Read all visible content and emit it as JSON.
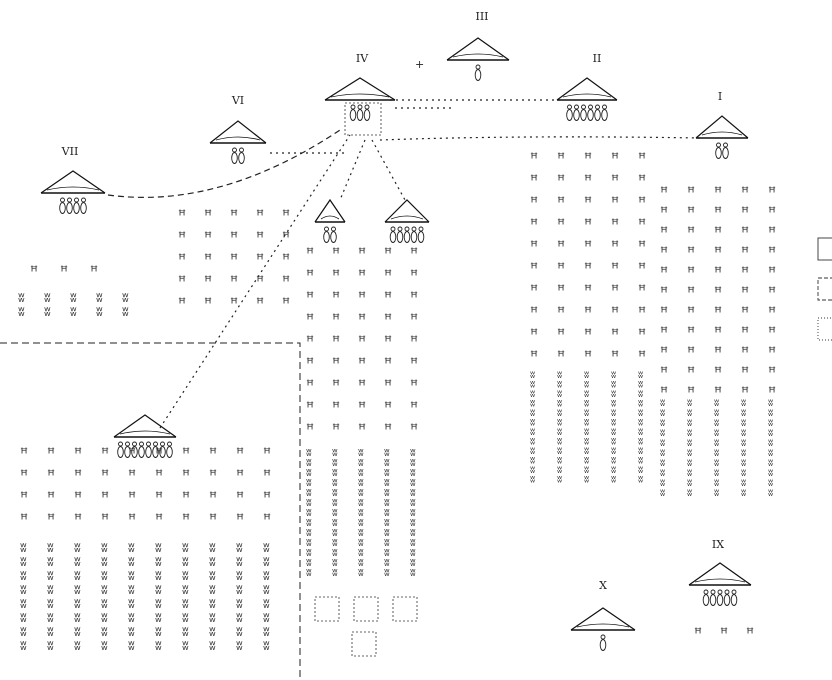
{
  "legend": {
    "items": [
      {
        "style": "solid"
      },
      {
        "style": "dashed"
      },
      {
        "style": "dotted"
      }
    ]
  },
  "tents": [
    {
      "numeral": "III",
      "people": 1
    },
    {
      "numeral": "IV",
      "people": 3
    },
    {
      "numeral": "II",
      "people": 6
    },
    {
      "numeral": "VI",
      "people": 2
    },
    {
      "numeral": "I",
      "people": 2
    },
    {
      "numeral": "VII",
      "people": 4
    },
    {
      "numeral": "",
      "people": 2
    },
    {
      "numeral": "",
      "people": 5
    },
    {
      "numeral": "",
      "people": 8
    },
    {
      "numeral": "X",
      "people": 1
    },
    {
      "numeral": "IX",
      "people": 5
    }
  ],
  "fields": {
    "small_left": {
      "animals_a_rows": 1,
      "animals_a_cols": 3,
      "animals_b_rows": 2,
      "animals_b_cols": 5
    },
    "center_left": {
      "animals_a_rows": 5,
      "animals_a_cols": 5
    },
    "bottom_left": {
      "animals_a_rows": 4,
      "animals_a_cols": 10,
      "animals_b_rows": 8,
      "animals_b_cols": 10
    },
    "middle": {
      "animals_a_rows": 9,
      "animals_a_cols": 5,
      "animals_b_rows": 13,
      "animals_b_cols": 5,
      "empty_boxes": 4
    },
    "right_a": {
      "animals_a_rows": 10,
      "animals_a_cols": 5,
      "animals_b_rows": 12,
      "animals_b_cols": 5
    },
    "right_b": {
      "animals_a_rows": 11,
      "animals_a_cols": 5,
      "animals_b_rows": 10,
      "animals_b_cols": 5
    },
    "ix": {
      "animals_a_rows": 1,
      "animals_a_cols": 3
    }
  }
}
